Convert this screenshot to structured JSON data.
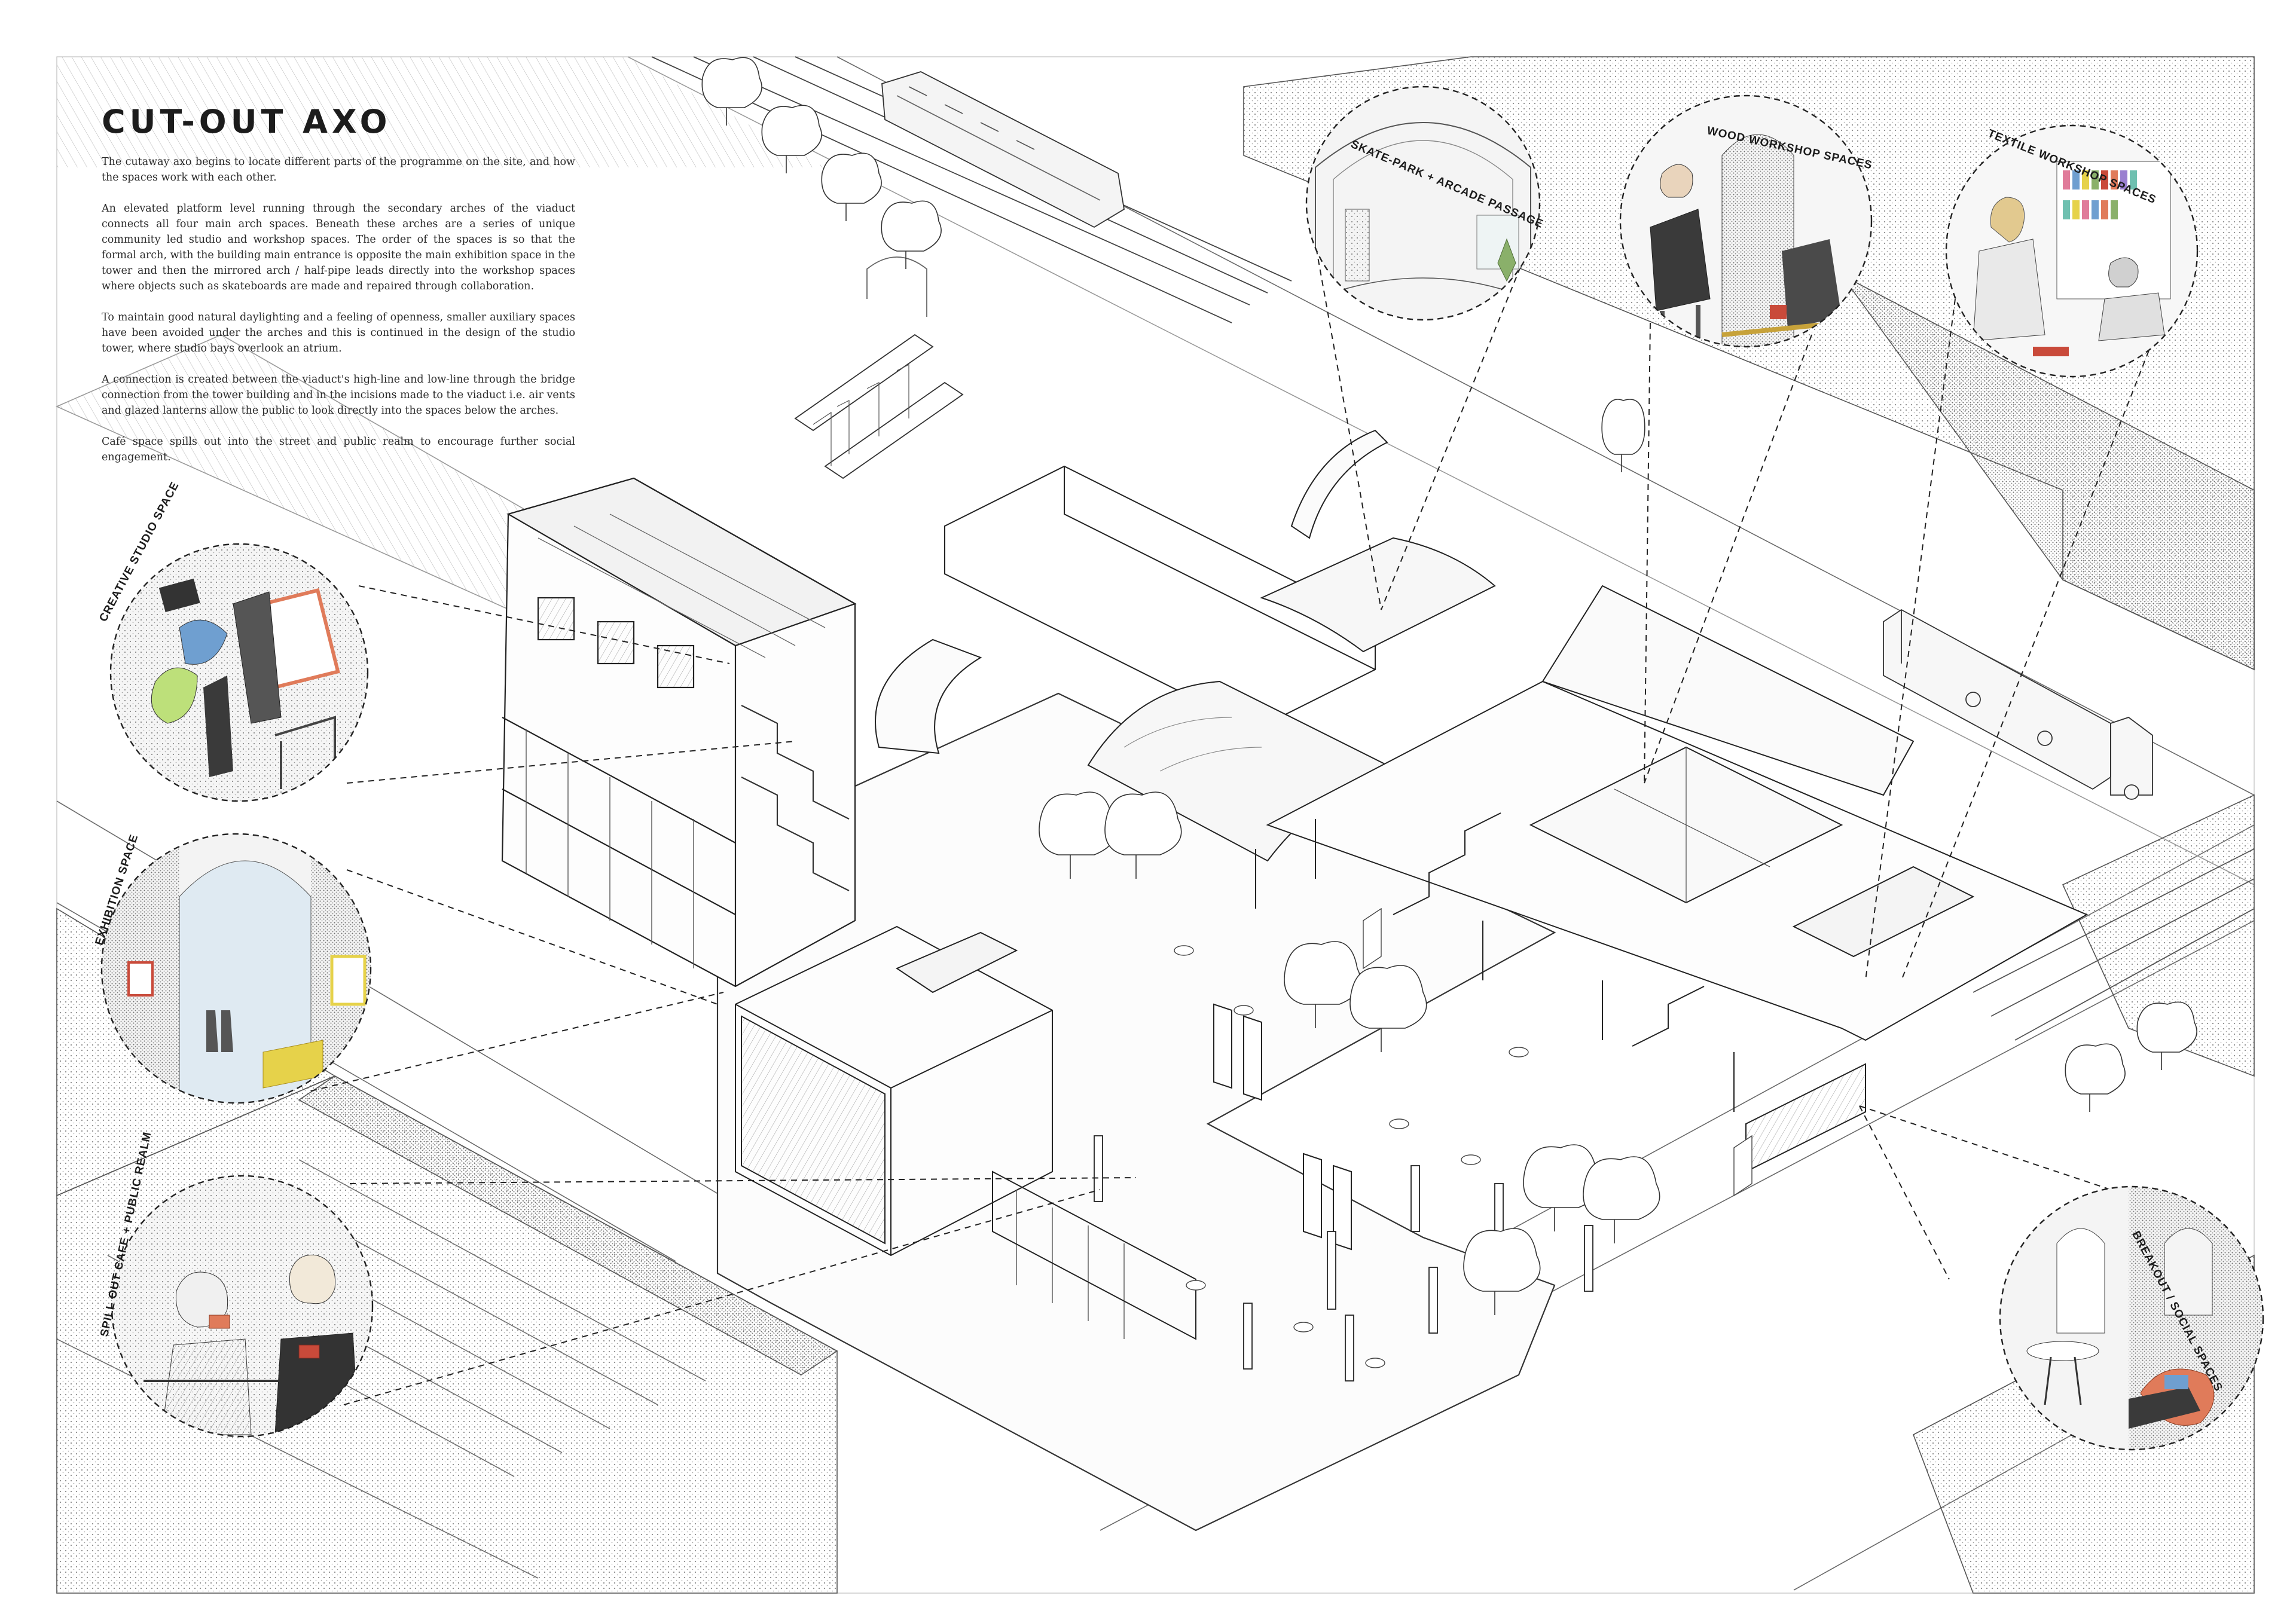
{
  "sheet": {
    "title": "CUT-OUT AXO",
    "description": [
      "The cutaway axo begins to locate different parts of the programme on the site, and how the spaces work with each other.",
      "An elevated platform level running through the secondary arches of the viaduct connects all four main arch spaces. Beneath these arches are a series of unique community led studio and workshop spaces. The order of the spaces is so that the formal arch, with the building main entrance is opposite the main exhibition space in the tower and then the mirrored arch / half-pipe leads directly into the workshop spaces where objects such as skateboards are made and repaired through collaboration.",
      "To maintain good natural daylighting and a feeling of openness, smaller auxiliary spaces have been avoided under the arches and this is continued in the design of the studio tower, where studio bays overlook an atrium.",
      "A connection is created between the viaduct's high-line and low-line through the bridge connection from the tower building and in the incisions made to the viaduct i.e. air vents and glazed lanterns allow the public to look directly into the spaces below the arches.",
      "Café space spills out into the street and public realm to encourage further social engagement."
    ]
  },
  "vignettes": {
    "skatepark": "SKATE-PARK + ARCADE PASSAGE",
    "wood": "WOOD WORKSHOP SPACES",
    "textile": "TEXTILE WORKSHOP SPACES",
    "creative": "CREATIVE STUDIO SPACE",
    "exhibition": "EXHIBITION SPACE",
    "cafe": "SPILL OUT CAFE + PUBLIC REALM",
    "breakout": "BREAKOUT / SOCIAL SPACES"
  },
  "colors": {
    "ink": "#1c1c1c",
    "line": "#555555",
    "stipple": "#8a8a8a",
    "vignette_fill": "#e9e9e9",
    "accent_yellow": "#e6d24a",
    "accent_red": "#c94a3a",
    "accent_orange": "#e07b5a",
    "accent_blue": "#6f9fd0"
  }
}
